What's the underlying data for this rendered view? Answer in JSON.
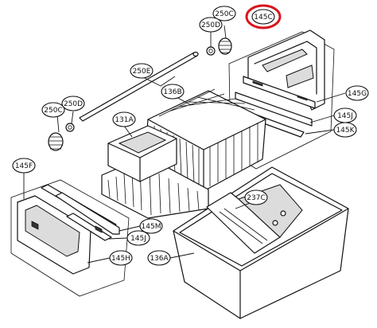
{
  "parts": {
    "p145C": "145C",
    "p250C_top": "250C",
    "p250D_top": "250D",
    "p250E": "250E",
    "p136B": "136B",
    "p250C_left": "250C",
    "p250D_left": "250D",
    "p131A": "131A",
    "p145G": "145G",
    "p145J_right": "145J",
    "p145K": "145K",
    "p145F": "145F",
    "p145M": "145M",
    "p145J_left": "145J",
    "p145H": "145H",
    "p237C": "237C",
    "p136A": "136A"
  },
  "highlight": {
    "part": "145C",
    "color": "#d8141c"
  }
}
